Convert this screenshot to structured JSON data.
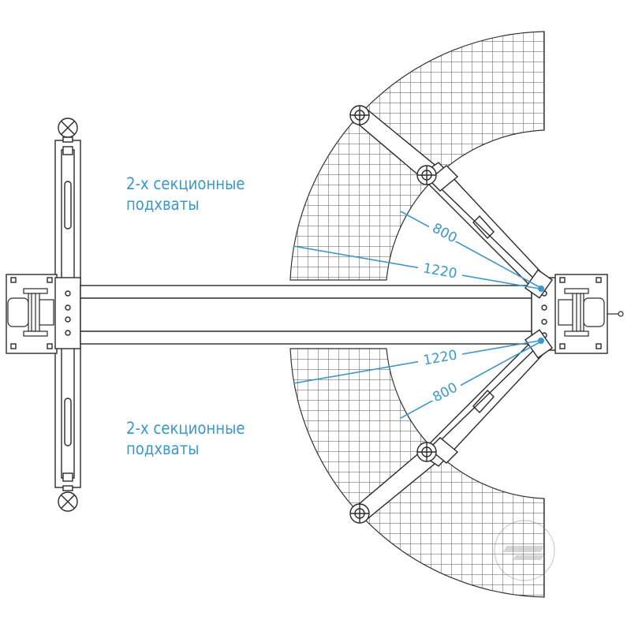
{
  "captions": {
    "top": {
      "line1": "2-х секционные",
      "line2": "подхваты"
    },
    "bottom": {
      "line1": "2-х секционные",
      "line2": "подхваты"
    }
  },
  "dimensions": {
    "upper_short": "800",
    "upper_long": "1220",
    "lower_long": "1220",
    "lower_short": "800"
  },
  "colors": {
    "line": "#2a2a2a",
    "accent": "#3b98c8",
    "grid": "#555555"
  }
}
